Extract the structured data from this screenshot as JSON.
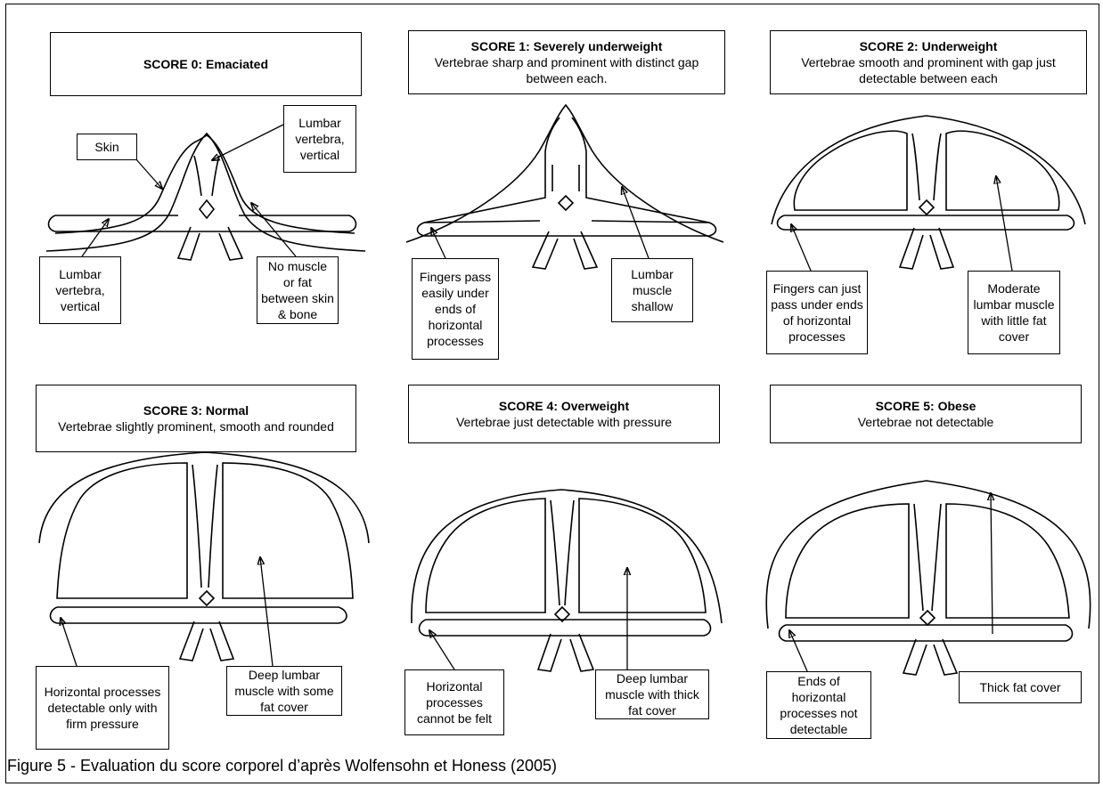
{
  "panels": [
    {
      "title": "SCORE 0: Emaciated",
      "desc": ""
    },
    {
      "title": "SCORE 1: Severely underweight",
      "desc": "Vertebrae sharp and prominent with distinct gap between each."
    },
    {
      "title": "SCORE 2: Underweight",
      "desc": "Vertebrae smooth and prominent with gap just detectable between each"
    },
    {
      "title": "SCORE 3: Normal",
      "desc": "Vertebrae slightly prominent, smooth and rounded"
    },
    {
      "title": "SCORE 4: Overweight",
      "desc": "Vertebrae just detectable with pressure"
    },
    {
      "title": "SCORE 5: Obese",
      "desc": "Vertebrae not detectable"
    }
  ],
  "labels": {
    "p0_skin": "Skin",
    "p0_lumbar_top": "Lumbar vertebra, vertical",
    "p0_lumbar_bottom": "Lumbar vertebra, vertical",
    "p0_no_muscle": "No muscle or fat between skin & bone",
    "p1_fingers": "Fingers pass easily under ends of horizontal processes",
    "p1_lumbar_muscle": "Lumbar muscle shallow",
    "p2_fingers": "Fingers can just pass under ends of horizontal processes",
    "p2_moderate": "Moderate lumbar muscle with little fat cover",
    "p3_horizontal": "Horizontal processes detectable only with firm pressure",
    "p3_deep": "Deep lumbar muscle with some fat cover",
    "p4_horizontal": "Horizontal processes cannot be felt",
    "p4_deep": "Deep lumbar muscle with thick fat cover",
    "p5_ends": "Ends of horizontal processes not detectable",
    "p5_thick": "Thick fat cover"
  },
  "caption": "Figure 5 - Evaluation du score corporel d’après Wolfensohn et Honess (2005)"
}
